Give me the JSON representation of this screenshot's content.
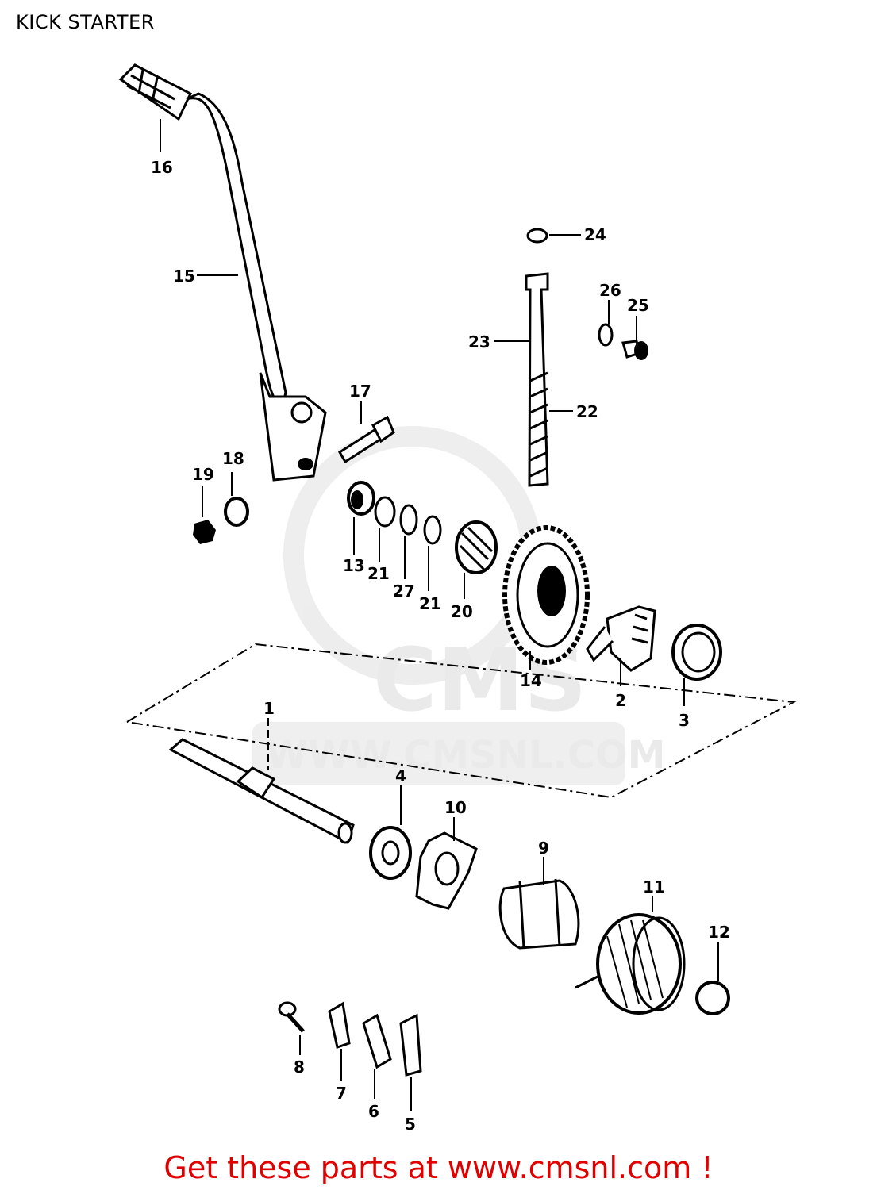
{
  "title": "KICK STARTER",
  "footer": "Get these parts at www.cmsnl.com !",
  "watermark": {
    "logo": "CMS",
    "url": "WWW.CMSNL.COM"
  },
  "callouts": {
    "c1": "1",
    "c2": "2",
    "c3": "3",
    "c4": "4",
    "c5": "5",
    "c6": "6",
    "c7": "7",
    "c8": "8",
    "c9": "9",
    "c10": "10",
    "c11": "11",
    "c12": "12",
    "c13": "13",
    "c14": "14",
    "c15": "15",
    "c16": "16",
    "c17": "17",
    "c18": "18",
    "c19": "19",
    "c20": "20",
    "c21a": "21",
    "c21b": "21",
    "c22": "22",
    "c23": "23",
    "c24": "24",
    "c25": "25",
    "c26": "26",
    "c27": "27"
  }
}
